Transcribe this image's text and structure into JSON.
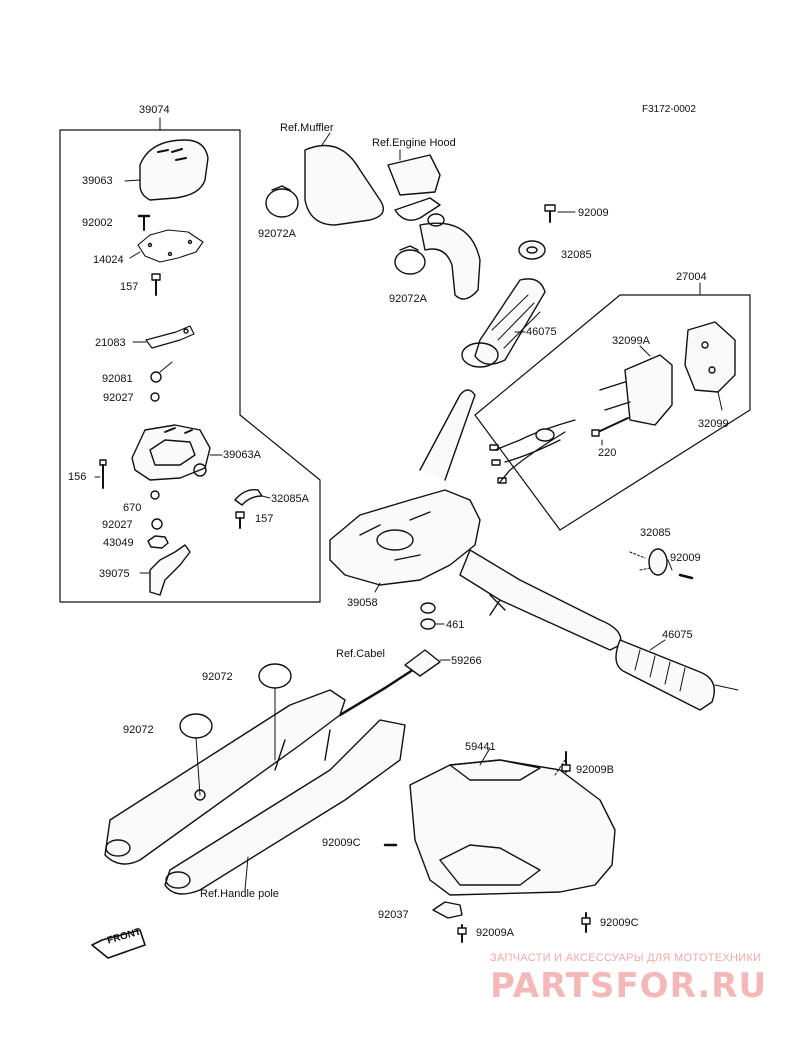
{
  "doc_code": "F3172-0002",
  "labels": {
    "l39074": "39074",
    "l39063": "39063",
    "l92002": "92002",
    "l14024": "14024",
    "l157a": "157",
    "l21083": "21083",
    "l92081": "92081",
    "l92027a": "92027",
    "l39063A": "39063A",
    "l156": "156",
    "l670": "670",
    "l32085A": "32085A",
    "l157b": "157",
    "l92027b": "92027",
    "l43049": "43049",
    "l39075": "39075",
    "refMuffler": "Ref.Muffler",
    "refEngineHood": "Ref.Engine Hood",
    "l92072Aa": "92072A",
    "l92072Ab": "92072A",
    "l92009a": "92009",
    "l32085a": "32085",
    "l46075a": "46075",
    "l27004": "27004",
    "l32099A": "32099A",
    "l32099": "32099",
    "l220": "220",
    "l39058": "39058",
    "l461": "461",
    "l32085b": "32085",
    "l92009b": "92009",
    "l46075b": "46075",
    "refCabel": "Ref.Cabel",
    "l59266": "59266",
    "l92072a": "92072",
    "l92072b": "92072",
    "l59441": "59441",
    "l92009B": "92009B",
    "l92009Ca": "92009C",
    "l92037": "92037",
    "l92009A": "92009A",
    "l92009Cb": "92009C",
    "refHandlePole": "Ref.Handle pole",
    "front": "FRONT"
  },
  "watermark": {
    "line1": "ЗАПЧАСТИ И АКСЕССУАРЫ ДЛЯ МОТОТЕХНИКИ",
    "line2": "PARTSFOR.RU",
    "color": "#f5b8b8"
  }
}
